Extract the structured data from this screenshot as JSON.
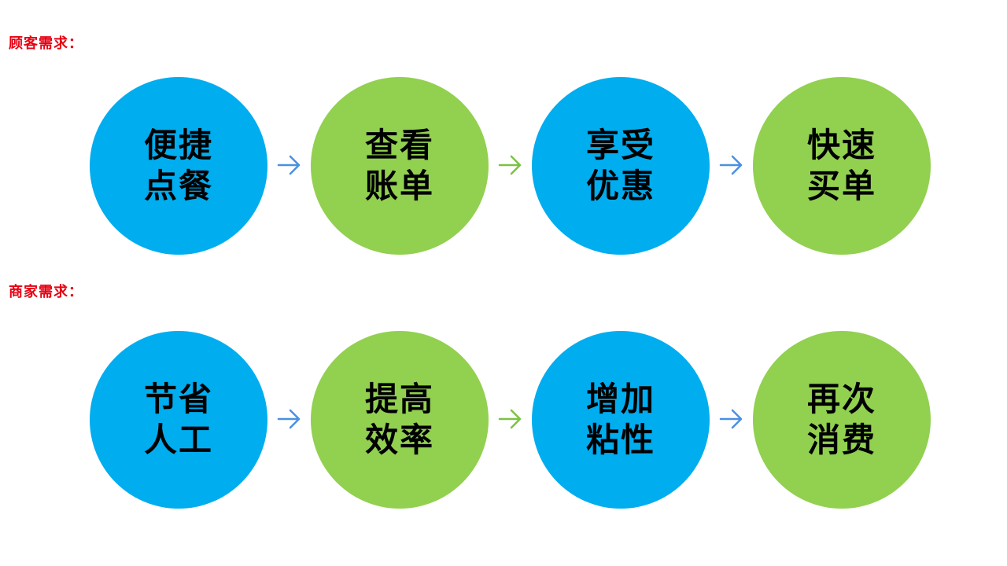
{
  "colors": {
    "blue": "#00adef",
    "green": "#92d050",
    "title": "#e60012",
    "arrow_blue": "#4a90e2",
    "arrow_green": "#7cc242"
  },
  "customer": {
    "title": "顾客需求：",
    "steps": [
      {
        "line1": "便捷",
        "line2": "点餐",
        "color": "blue"
      },
      {
        "line1": "查看",
        "line2": "账单",
        "color": "green"
      },
      {
        "line1": "享受",
        "line2": "优惠",
        "color": "blue"
      },
      {
        "line1": "快速",
        "line2": "买单",
        "color": "green"
      }
    ]
  },
  "merchant": {
    "title": "商家需求：",
    "steps": [
      {
        "line1": "节省",
        "line2": "人工",
        "color": "blue"
      },
      {
        "line1": "提高",
        "line2": "效率",
        "color": "green"
      },
      {
        "line1": "增加",
        "line2": "粘性",
        "color": "blue"
      },
      {
        "line1": "再次",
        "line2": "消费",
        "color": "green"
      }
    ]
  },
  "arrows": [
    "arrow_blue",
    "arrow_green",
    "arrow_blue"
  ]
}
